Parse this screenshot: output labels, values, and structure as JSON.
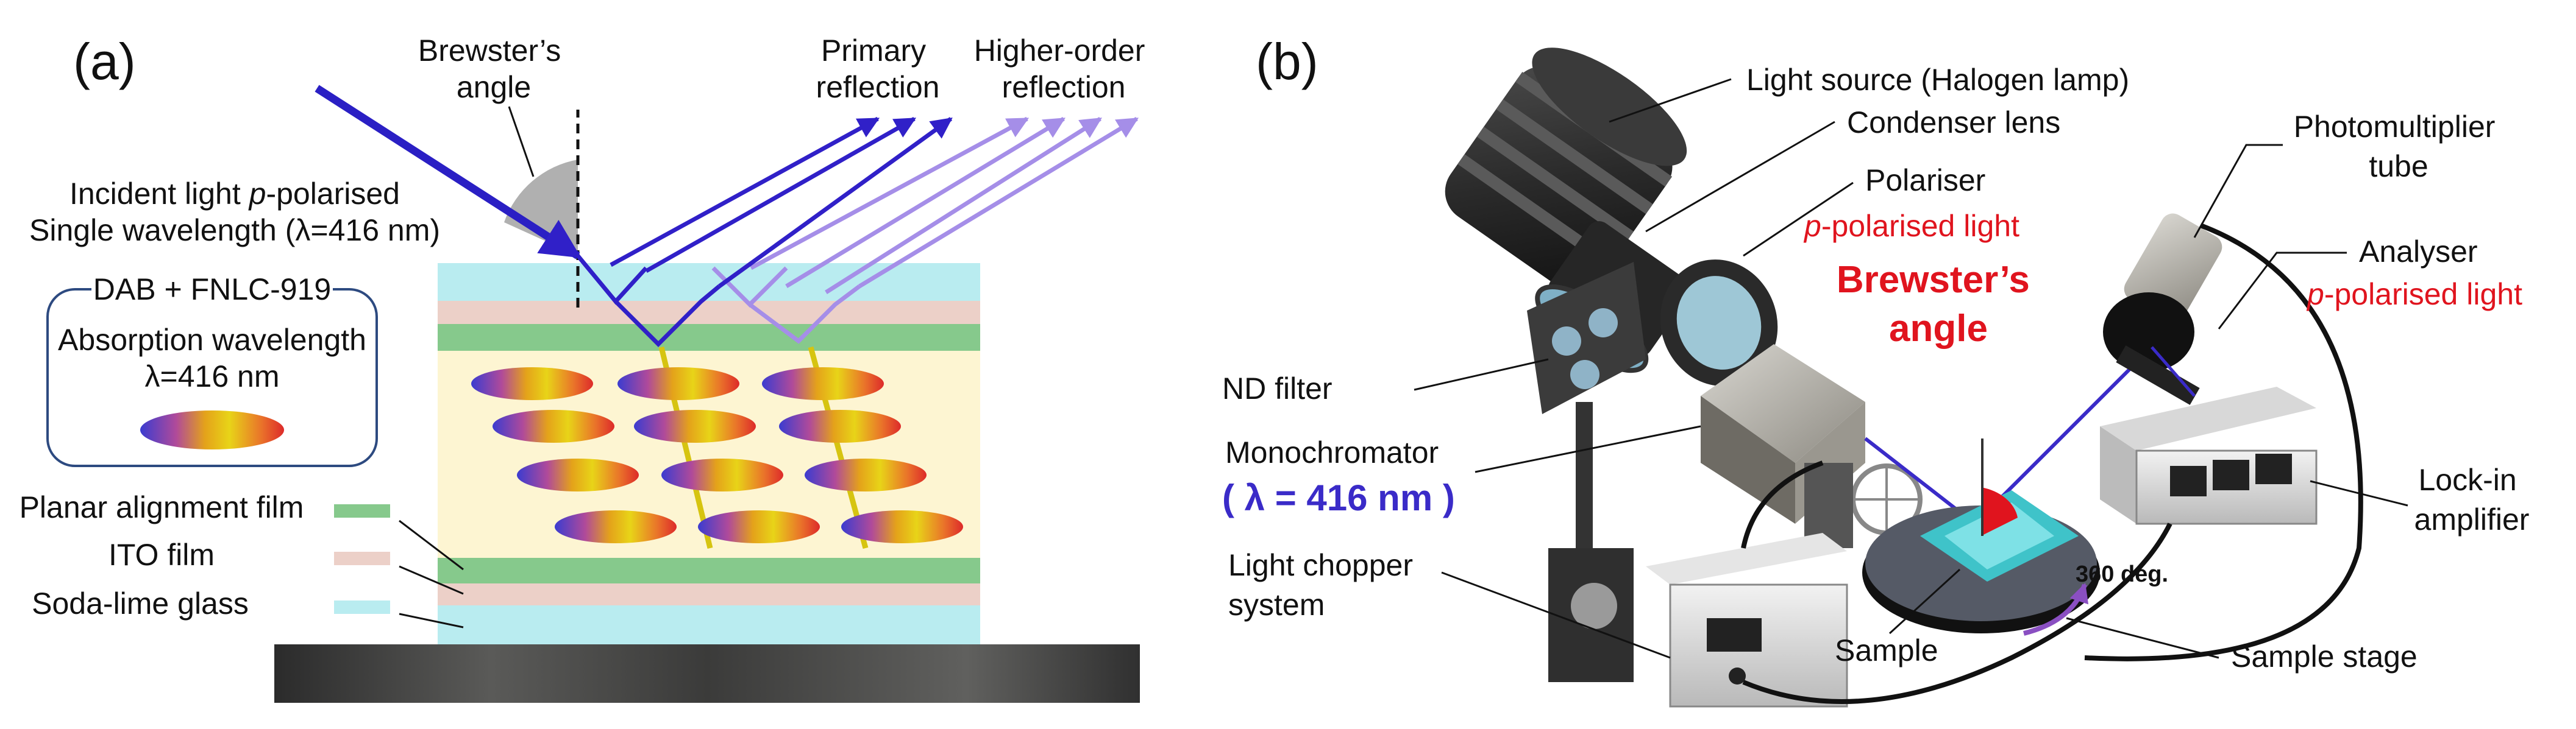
{
  "panel_a": {
    "tag": "(a)",
    "brewster": [
      "Brewster’s",
      "angle"
    ],
    "primary": [
      "Primary",
      "reflection"
    ],
    "higher": [
      "Higher-order",
      "reflection"
    ],
    "incident_1a": "Incident light ",
    "incident_1b": "p",
    "incident_1c": "-polarised",
    "incident_2": "Single wavelength (λ=416 nm)",
    "mixture": "DAB + FNLC-919",
    "absorption_1": "Absorption wavelength",
    "absorption_2": "λ=416 nm",
    "legend": [
      "Planar alignment film",
      "ITO film",
      "Soda-lime glass"
    ],
    "colors": {
      "incident": "#2a1fc4",
      "primary": "#3020c8",
      "higher": "#a58ee8",
      "transmitted": "#d6c410",
      "glass": "#b9ecf0",
      "ito": "#ecd0c8",
      "alignment": "#86c98c",
      "lc": "#fdf5d2"
    }
  },
  "panel_b": {
    "tag": "(b)",
    "light_source": "Light source  (Halogen lamp)",
    "condenser": "Condenser lens",
    "polariser": "Polariser",
    "polariser_sub_a": "p",
    "polariser_sub_b": "-polarised light",
    "brewster": [
      "Brewster’s",
      "angle"
    ],
    "pmt": [
      "Photomultiplier",
      "tube"
    ],
    "analyser": "Analyser",
    "analyser_sub_a": "p",
    "analyser_sub_b": "-polarised light",
    "nd_filter": "ND filter",
    "monochromator": "Monochromator",
    "mono_value": "( λ = 416 nm )",
    "lockin": [
      "Lock-in",
      "amplifier"
    ],
    "chopper": [
      "Light chopper",
      "system"
    ],
    "rotation": "360 deg.",
    "sample": "Sample",
    "stage": "Sample stage",
    "colors": {
      "highlight": "#e0141e",
      "wavelength": "#3a2bc8",
      "rotation": "#8a4fc2"
    }
  }
}
